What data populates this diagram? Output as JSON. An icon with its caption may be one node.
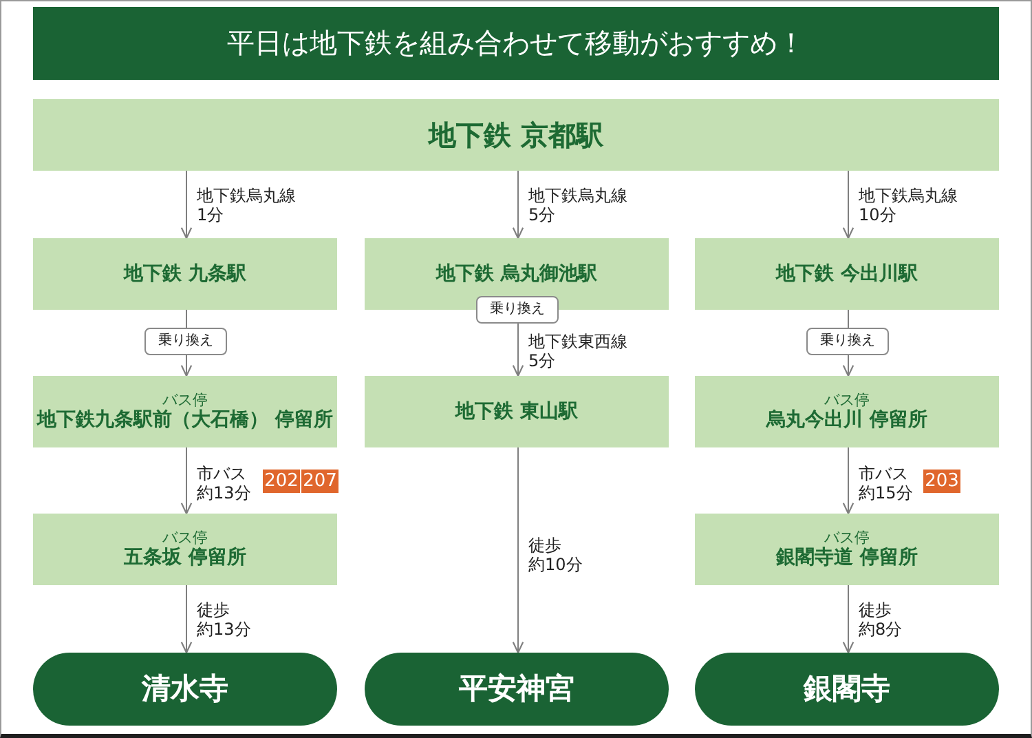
{
  "diagram": {
    "title": "平日は地下鉄を組み合わせて移動がおすすめ！",
    "nodes": [
      {
        "text": [
          "地下鉄 京都駅"
        ]
      },
      {
        "text": [
          "地下鉄 九条駅"
        ]
      },
      {
        "text": [
          "地下鉄 烏丸御池駅"
        ]
      },
      {
        "text": [
          "地下鉄 今出川駅"
        ]
      },
      {
        "text": [
          "乗り換え"
        ]
      },
      {
        "text": [
          "乗り換え"
        ]
      },
      {
        "text": [
          "乗り換え"
        ]
      },
      {
        "text": [
          "バス停",
          "地下鉄九条駅前（大石橋） 停留所"
        ]
      },
      {
        "text": [
          "地下鉄 東山駅"
        ]
      },
      {
        "text": [
          "バス停",
          "烏丸今出川 停留所"
        ]
      },
      {
        "text": [
          "202"
        ]
      },
      {
        "text": [
          "207"
        ]
      },
      {
        "text": [
          "203"
        ]
      },
      {
        "text": [
          "バス停",
          "五条坂 停留所"
        ]
      },
      {
        "text": [
          "バス停",
          "銀閣寺道 停留所"
        ]
      },
      {
        "text": [
          "清水寺"
        ]
      },
      {
        "text": [
          "平安神宮"
        ]
      },
      {
        "text": [
          "銀閣寺"
        ]
      }
    ],
    "edges": [
      {
        "from": 0,
        "to": 1,
        "arrow": "to",
        "label": "地下鉄烏丸線1分"
      },
      {
        "from": 0,
        "to": 2,
        "arrow": "to",
        "label": "地下鉄烏丸線5分"
      },
      {
        "from": 0,
        "to": 3,
        "arrow": "to",
        "label": "地下鉄烏丸線10分"
      },
      {
        "from": 1,
        "to": 4,
        "arrow": "none"
      },
      {
        "from": 4,
        "to": 7,
        "arrow": "to"
      },
      {
        "from": 3,
        "to": 6,
        "arrow": "none"
      },
      {
        "from": 6,
        "to": 9,
        "arrow": "to"
      },
      {
        "from": 5,
        "to": 8,
        "arrow": "to",
        "label": "地下鉄東西線5分"
      },
      {
        "from": 7,
        "to": 13,
        "arrow": "to",
        "label": "市バス約13分"
      },
      {
        "from": 9,
        "to": 14,
        "arrow": "to",
        "label": "市バス約15分"
      },
      {
        "from": 8,
        "to": 16,
        "arrow": "to",
        "label": "徒歩約10分"
      },
      {
        "from": 13,
        "to": 15,
        "arrow": "to",
        "label": "徒歩約13分"
      },
      {
        "from": 14,
        "to": 17,
        "arrow": "to",
        "label": "徒歩約8分"
      }
    ]
  }
}
